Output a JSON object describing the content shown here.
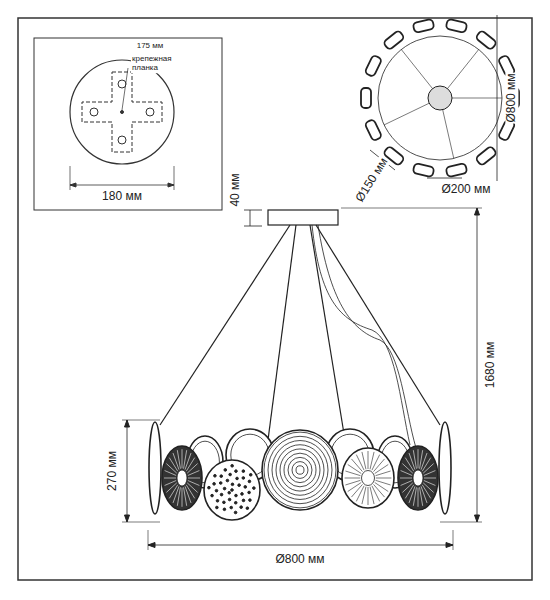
{
  "diagram": {
    "labels": [
      "175 мм",
      "крепежная планка",
      "180 мм",
      "Ø800 мм",
      "Ø150 мм",
      "Ø200 мм",
      "40 мм",
      "1680 мм",
      "270 мм",
      "Ø800 мм"
    ]
  }
}
